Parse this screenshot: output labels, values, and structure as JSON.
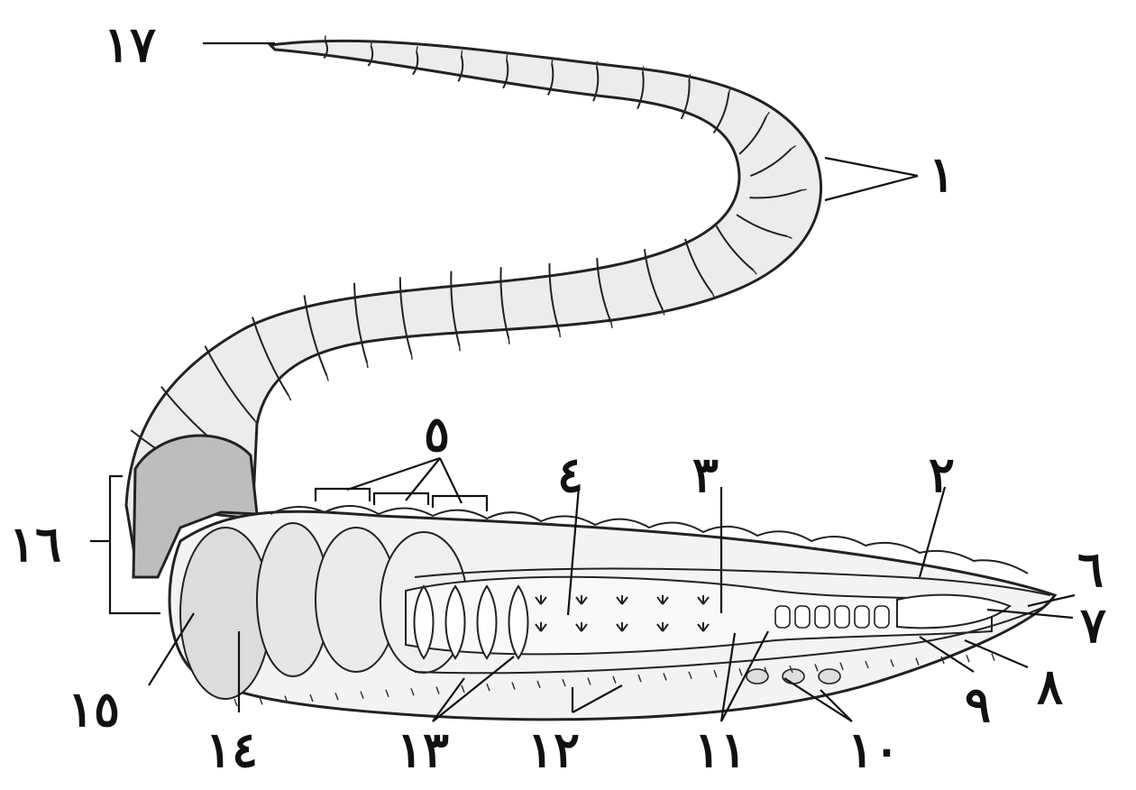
{
  "diagram": {
    "subject": "earthworm anatomy",
    "colors": {
      "outline": "#222222",
      "segment_fill": "#ececec",
      "clitellum_fill": "#bdbdbd",
      "interior_fill": "#f3f3f3",
      "leader_line": "#111111"
    },
    "labels": [
      {
        "id": "1",
        "text": "١"
      },
      {
        "id": "2",
        "text": "٢"
      },
      {
        "id": "3",
        "text": "٣"
      },
      {
        "id": "4",
        "text": "٤"
      },
      {
        "id": "5",
        "text": "٥"
      },
      {
        "id": "6",
        "text": "٦"
      },
      {
        "id": "7",
        "text": "٧"
      },
      {
        "id": "8",
        "text": "٨"
      },
      {
        "id": "9",
        "text": "٩"
      },
      {
        "id": "10",
        "text": "١٠"
      },
      {
        "id": "11",
        "text": "١١"
      },
      {
        "id": "12",
        "text": "١٢"
      },
      {
        "id": "13",
        "text": "١٣"
      },
      {
        "id": "14",
        "text": "١٤"
      },
      {
        "id": "15",
        "text": "١٥"
      },
      {
        "id": "16",
        "text": "١٦"
      },
      {
        "id": "17",
        "text": "١٧"
      }
    ]
  }
}
